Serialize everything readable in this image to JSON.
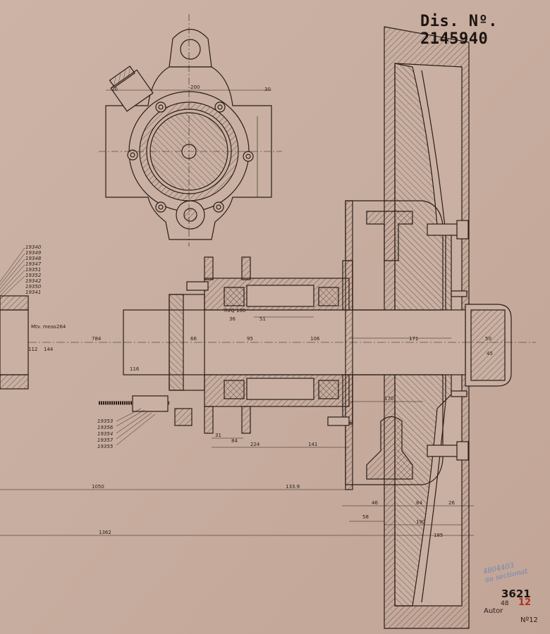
{
  "drawing": {
    "title_prefix": "Dis. Nº.",
    "title_number": "2145940",
    "sheet_number": "3621",
    "small_number": "48",
    "red_number": "12",
    "autor_label": "Autor",
    "sheet_index": "Nº12",
    "pencil_note_line1": "4804403",
    "pencil_note_line2": "au sectionat"
  },
  "part_numbers_top": [
    "19340",
    "19349",
    "19348",
    "19347",
    "19351",
    "19352",
    "19342",
    "19350",
    "19341"
  ],
  "part_numbers_bottom": [
    "19353",
    "19356",
    "19354",
    "19357",
    "19355"
  ],
  "dimensions": {
    "d_784": "784",
    "d_66": "66",
    "d_95": "95",
    "d_106": "106",
    "d_171": "171",
    "d_50": "50",
    "d_45": "45",
    "d_170": "170",
    "d_1050": "1050",
    "d_1339": "133.9",
    "d_1362": "1362",
    "d_46": "46",
    "d_58": "58",
    "d_84": "84",
    "d_190": "190",
    "d_185": "185",
    "d_26": "26",
    "d_141": "141",
    "d_224": "224",
    "d_31": "31",
    "d_36": "36",
    "d_51": "51",
    "d_84b": "84",
    "bearing_label": "RVQ 100",
    "mea_label": "Mtv. meas",
    "d_264": "264",
    "d_30": "30",
    "d_200": "200",
    "d_30b": "30",
    "d_144": "144",
    "d_112": "112",
    "d_116": "116"
  }
}
